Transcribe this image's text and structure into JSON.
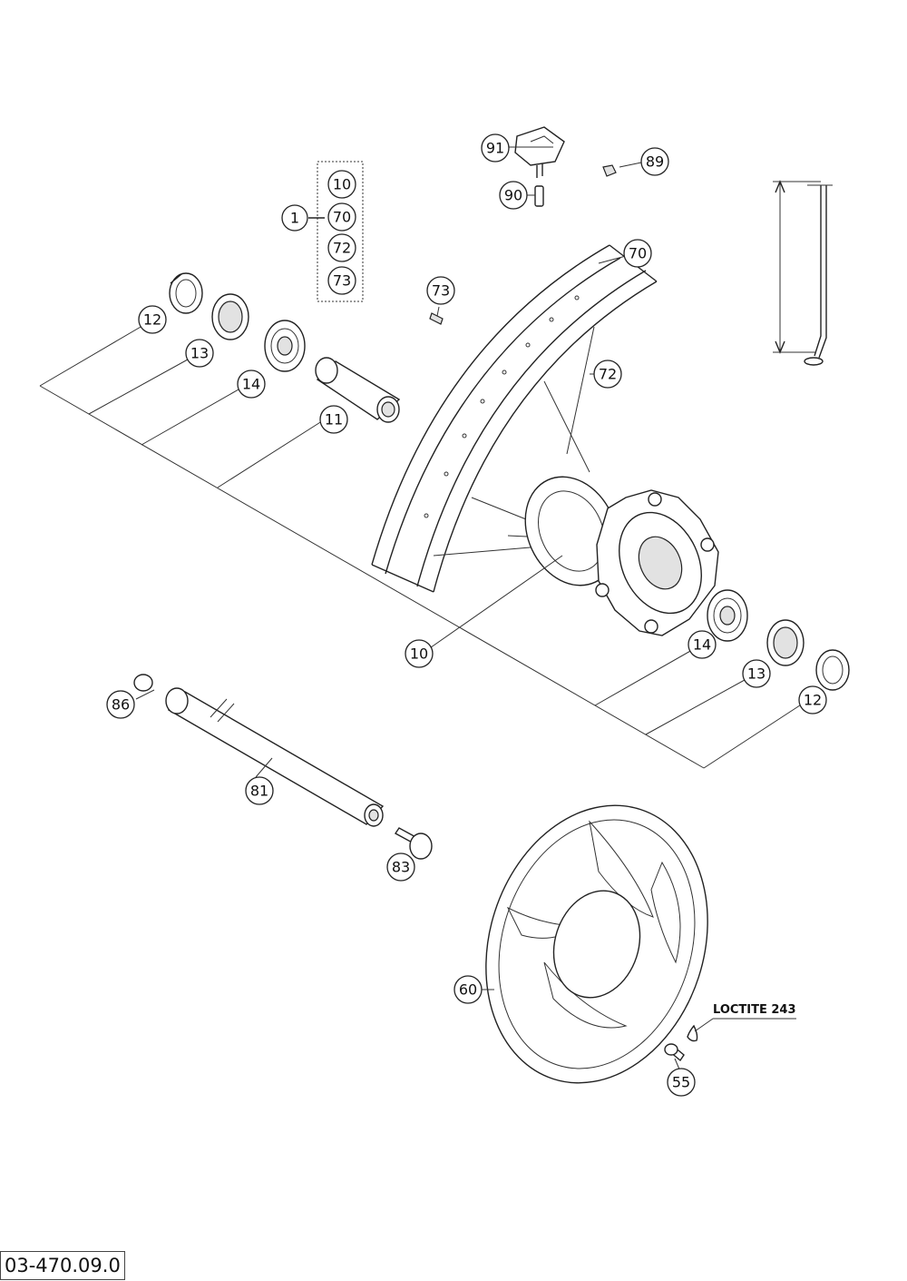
{
  "drawing_code": "03-470.09.0",
  "note": "LOCTITE 243",
  "callouts": {
    "c1": "1",
    "k10": "10",
    "k70": "70",
    "k72": "72",
    "k73": "73",
    "c91": "91",
    "c89": "89",
    "c90": "90",
    "c70": "70",
    "c73": "73",
    "c72": "72",
    "c12a": "12",
    "c13a": "13",
    "c14a": "14",
    "c11": "11",
    "c10": "10",
    "c14b": "14",
    "c13b": "13",
    "c12b": "12",
    "c86": "86",
    "c81": "81",
    "c83": "83",
    "c60": "60",
    "c55": "55"
  }
}
